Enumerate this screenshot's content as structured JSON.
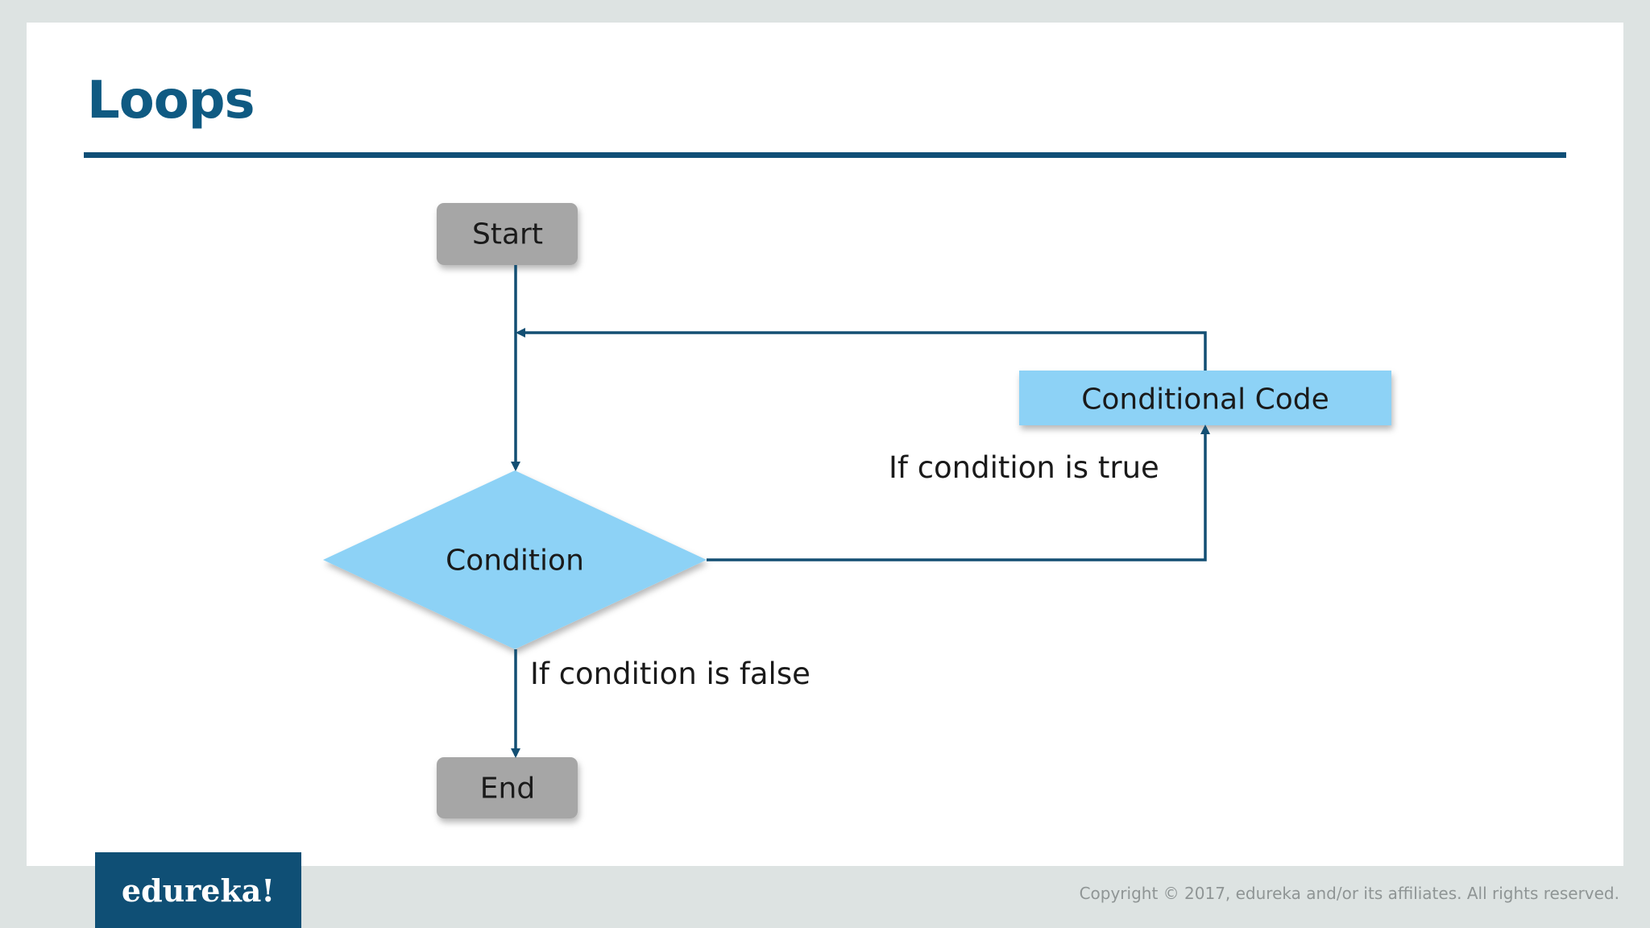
{
  "slide": {
    "title": "Loops"
  },
  "diagram": {
    "nodes": {
      "start": "Start",
      "condition": "Condition",
      "conditional_code": "Conditional Code",
      "end": "End"
    },
    "edge_labels": {
      "true_branch": "If condition is true",
      "false_branch": "If condition is false"
    }
  },
  "footer": {
    "brand": "edureka!",
    "copyright": "Copyright © 2017, edureka and/or its affiliates. All rights reserved."
  },
  "colors": {
    "title": "#0f5a82",
    "rule": "#0f4e76",
    "terminal_fill": "#a6a6a6",
    "process_fill": "#8dd2f6",
    "arrow": "#134f73",
    "brand_bg": "#0f4f75"
  }
}
